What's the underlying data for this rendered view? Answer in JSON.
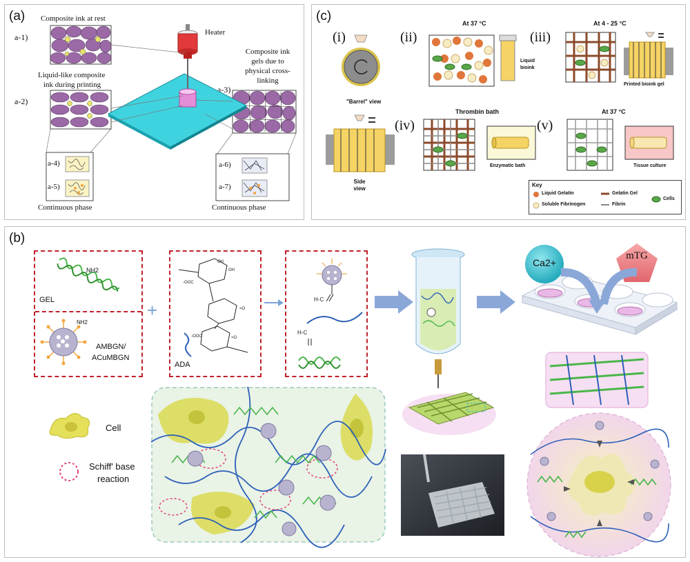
{
  "panel_a": {
    "label": "(a)",
    "heater": "Heater",
    "a1": "a-1)",
    "a1_caption": "Composite ink at rest",
    "a2": "a-2)",
    "a2_caption_line1": "Liquid-like composite",
    "a2_caption_line2": "ink during printing",
    "a3": "a-3)",
    "a3_caption_line1": "Composite ink",
    "a3_caption_line2": "gels due to",
    "a3_caption_line3": "physical cross-",
    "a3_caption_line4": "linking",
    "a4": "a-4)",
    "a5": "a-5)",
    "a6": "a-6)",
    "a7": "a-7)",
    "continuous_left": "Continuous phase",
    "continuous_right": "Continuous phase"
  },
  "panel_c": {
    "label": "(c)",
    "i": "(i)",
    "ii": "(ii)",
    "iii": "(iii)",
    "iv": "(iv)",
    "v": "(v)",
    "barrel_view": "\"Barrel\" view",
    "side_view_l1": "Side",
    "side_view_l2": "view",
    "at37_top": "At 37 °C",
    "at4_25": "At 4 - 25 °C",
    "thrombin": "Thrombin bath",
    "at37_bottom": "At 37 °C",
    "liquid_bioink_l1": "Liquid",
    "liquid_bioink_l2": "bioink",
    "printed_bioink_gel": "Printed bioink gel",
    "enzymatic_bath": "Enzymatic bath",
    "tissue_culture": "Tissue culture",
    "key": {
      "title": "Key",
      "liquid_gelatin": "Liquid Gelatin",
      "soluble_fibrinogen": "Soluble Fibrinogen",
      "gelatin_gel": "Gelatin Gel",
      "fibrin": "Fibrin",
      "cells": "Cells"
    }
  },
  "panel_b": {
    "label": "(b)",
    "gel": "GEL",
    "nh2": "NH2",
    "ambgn_l1": "AMBGN/",
    "ambgn_l2": "ACuMBGN",
    "ada": "ADA",
    "ca": "Ca2+",
    "mtg": "mTG",
    "cell": "Cell",
    "schiff_l1": "Schiff' base",
    "schiff_l2": "reaction"
  },
  "colors": {
    "purple": "#9b6aa6",
    "cyan": "#3fd3e0",
    "red_dash": "#c0202a",
    "orange": "#e0763a",
    "gelatin_gel": "#8b4a2b",
    "cell_green": "#5aa64a",
    "yellow": "#f3d24a"
  }
}
